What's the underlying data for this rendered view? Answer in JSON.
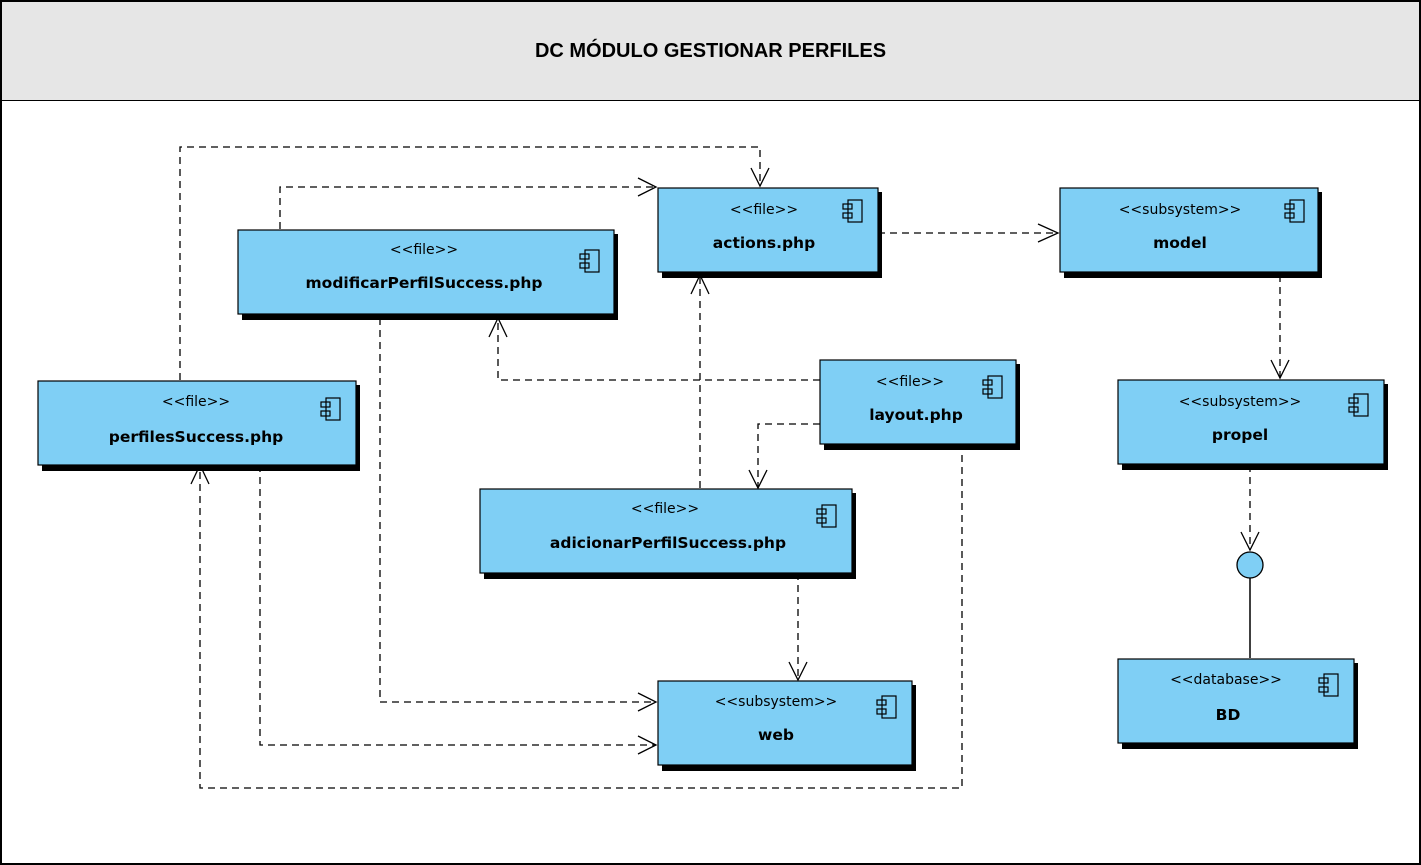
{
  "header": {
    "title": "DC MÓDULO GESTIONAR PERFILES"
  },
  "nodes": {
    "actions": {
      "stereotype": "<<file>>",
      "name": "actions.php"
    },
    "model": {
      "stereotype": "<<subsystem>>",
      "name": "model"
    },
    "modificar": {
      "stereotype": "<<file>>",
      "name": "modificarPerfilSuccess.php"
    },
    "layout": {
      "stereotype": "<<file>>",
      "name": "layout.php"
    },
    "propel": {
      "stereotype": "<<subsystem>>",
      "name": "propel"
    },
    "perfiles": {
      "stereotype": "<<file>>",
      "name": "perfilesSuccess.php"
    },
    "adicionar": {
      "stereotype": "<<file>>",
      "name": "adicionarPerfilSuccess.php"
    },
    "web": {
      "stereotype": "<<subsystem>>",
      "name": "web"
    },
    "bd": {
      "stereotype": "<<database>>",
      "name": "BD"
    }
  },
  "dependencies": [
    {
      "from": "perfilesSuccess.php",
      "to": "actions.php",
      "type": "dependency"
    },
    {
      "from": "modificarPerfilSuccess.php",
      "to": "actions.php",
      "type": "dependency"
    },
    {
      "from": "actions.php",
      "to": "model",
      "type": "dependency"
    },
    {
      "from": "model",
      "to": "propel",
      "type": "dependency"
    },
    {
      "from": "layout.php",
      "to": "modificarPerfilSuccess.php",
      "type": "dependency"
    },
    {
      "from": "layout.php",
      "to": "adicionarPerfilSuccess.php",
      "type": "dependency"
    },
    {
      "from": "layout.php",
      "to": "perfilesSuccess.php",
      "type": "dependency"
    },
    {
      "from": "adicionarPerfilSuccess.php",
      "to": "actions.php",
      "type": "dependency"
    },
    {
      "from": "adicionarPerfilSuccess.php",
      "to": "web",
      "type": "dependency"
    },
    {
      "from": "modificarPerfilSuccess.php",
      "to": "web",
      "type": "dependency"
    },
    {
      "from": "perfilesSuccess.php",
      "to": "web",
      "type": "dependency"
    },
    {
      "from": "propel",
      "to": "BD interface",
      "type": "dependency"
    },
    {
      "from": "BD",
      "to": "BD interface",
      "type": "realization"
    }
  ],
  "icons": {
    "component": "component-icon",
    "interface": "interface-lollipop-icon"
  }
}
